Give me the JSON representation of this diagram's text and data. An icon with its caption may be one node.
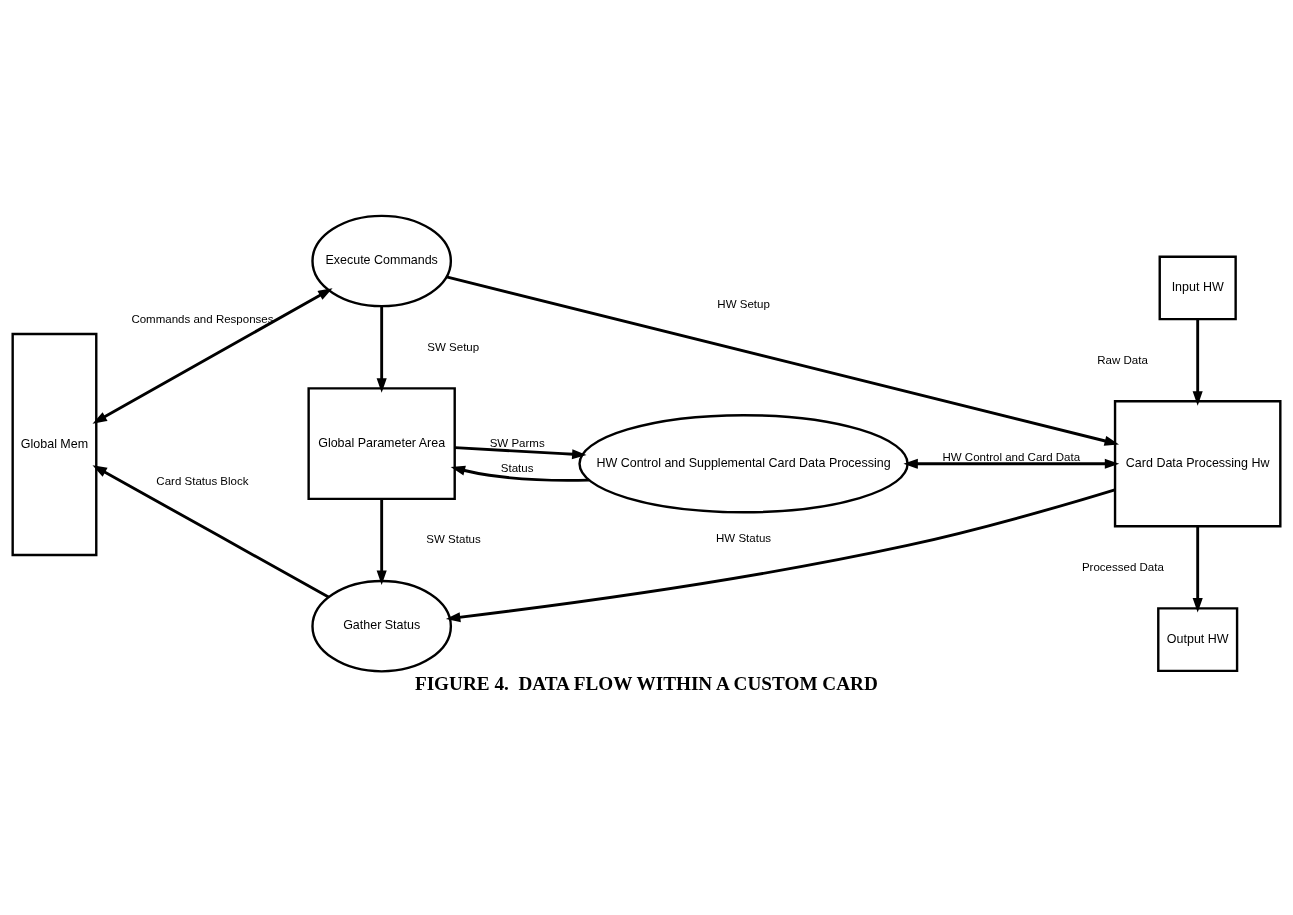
{
  "diagram": {
    "caption": "FIGURE 4.  DATA FLOW WITHIN A CUSTOM CARD",
    "nodes": [
      {
        "text": [
          "Global Mem"
        ]
      },
      {
        "text": [
          "Execute Commands"
        ]
      },
      {
        "text": [
          "Global Parameter Area"
        ]
      },
      {
        "text": [
          "HW Control and Supplemental Card Data Processing"
        ]
      },
      {
        "text": [
          "Gather Status"
        ]
      },
      {
        "text": [
          "Input HW"
        ]
      },
      {
        "text": [
          "Card Data Processing Hw"
        ]
      },
      {
        "text": [
          "Output HW"
        ]
      }
    ],
    "edges": [
      {
        "from": 0,
        "to": 1,
        "arrow": "both",
        "label": "Commands and Responses"
      },
      {
        "from": 1,
        "to": 6,
        "arrow": "to",
        "label": "HW Setup"
      },
      {
        "from": 1,
        "to": 2,
        "arrow": "to",
        "label": "SW Setup"
      },
      {
        "from": 2,
        "to": 3,
        "arrow": "to",
        "label": "SW Parms"
      },
      {
        "from": 3,
        "to": 2,
        "arrow": "to",
        "label": "Status"
      },
      {
        "from": 3,
        "to": 6,
        "arrow": "both",
        "label": "HW Control and Card Data"
      },
      {
        "from": 5,
        "to": 6,
        "arrow": "to",
        "label": "Raw Data"
      },
      {
        "from": 2,
        "to": 4,
        "arrow": "to",
        "label": "SW Status"
      },
      {
        "from": 6,
        "to": 4,
        "arrow": "to",
        "label": "HW Status"
      },
      {
        "from": 4,
        "to": 0,
        "arrow": "to",
        "label": "Card Status Block"
      },
      {
        "from": 6,
        "to": 7,
        "arrow": "to",
        "label": "Processed Data"
      }
    ]
  }
}
